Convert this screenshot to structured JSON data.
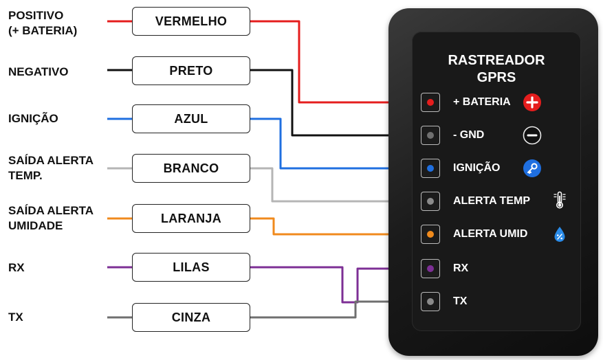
{
  "colors": {
    "vermelho": "#e51d1d",
    "preto": "#111111",
    "azul": "#1f6fe0",
    "branco": "#b5b5b5",
    "laranja": "#f08a1c",
    "lilas": "#7d2f95",
    "cinza": "#6f6f6f",
    "device_body": "#1b1b1b",
    "device_text": "#ffffff"
  },
  "device": {
    "title": "RASTREADOR\nGPRS"
  },
  "wires": [
    {
      "signal": "POSITIVO\n(+ BATERIA)",
      "color_name": "VERMELHO",
      "color_key": "vermelho",
      "terminal": 0
    },
    {
      "signal": "NEGATIVO",
      "color_name": "PRETO",
      "color_key": "preto",
      "terminal": 1
    },
    {
      "signal": "IGNIÇÃO",
      "color_name": "AZUL",
      "color_key": "azul",
      "terminal": 2
    },
    {
      "signal": "SAÍDA ALERTA\nTEMP.",
      "color_name": "BRANCO",
      "color_key": "branco",
      "terminal": 3
    },
    {
      "signal": "SAÍDA ALERTA\nUMIDADE",
      "color_name": "LARANJA",
      "color_key": "laranja",
      "terminal": 4
    },
    {
      "signal": "RX",
      "color_name": "LILAS",
      "color_key": "lilas",
      "terminal": 5
    },
    {
      "signal": "TX",
      "color_name": "CINZA",
      "color_key": "cinza",
      "terminal": 6
    }
  ],
  "terminals": [
    {
      "label": "+ BATERIA",
      "icon": "plus-circle-icon",
      "dot_color": "#e51d1d"
    },
    {
      "label": "- GND",
      "icon": "minus-circle-icon",
      "dot_color": "#6f6f6f"
    },
    {
      "label": "IGNIÇÃO",
      "icon": "key-icon",
      "dot_color": "#1f6fe0"
    },
    {
      "label": "ALERTA TEMP",
      "icon": "thermometer-icon",
      "dot_color": "#8a8a8a"
    },
    {
      "label": "ALERTA UMID",
      "icon": "water-drop-icon",
      "dot_color": "#f08a1c"
    },
    {
      "label": "RX",
      "icon": "",
      "dot_color": "#7d2f95"
    },
    {
      "label": "TX",
      "icon": "",
      "dot_color": "#8a8a8a"
    }
  ]
}
